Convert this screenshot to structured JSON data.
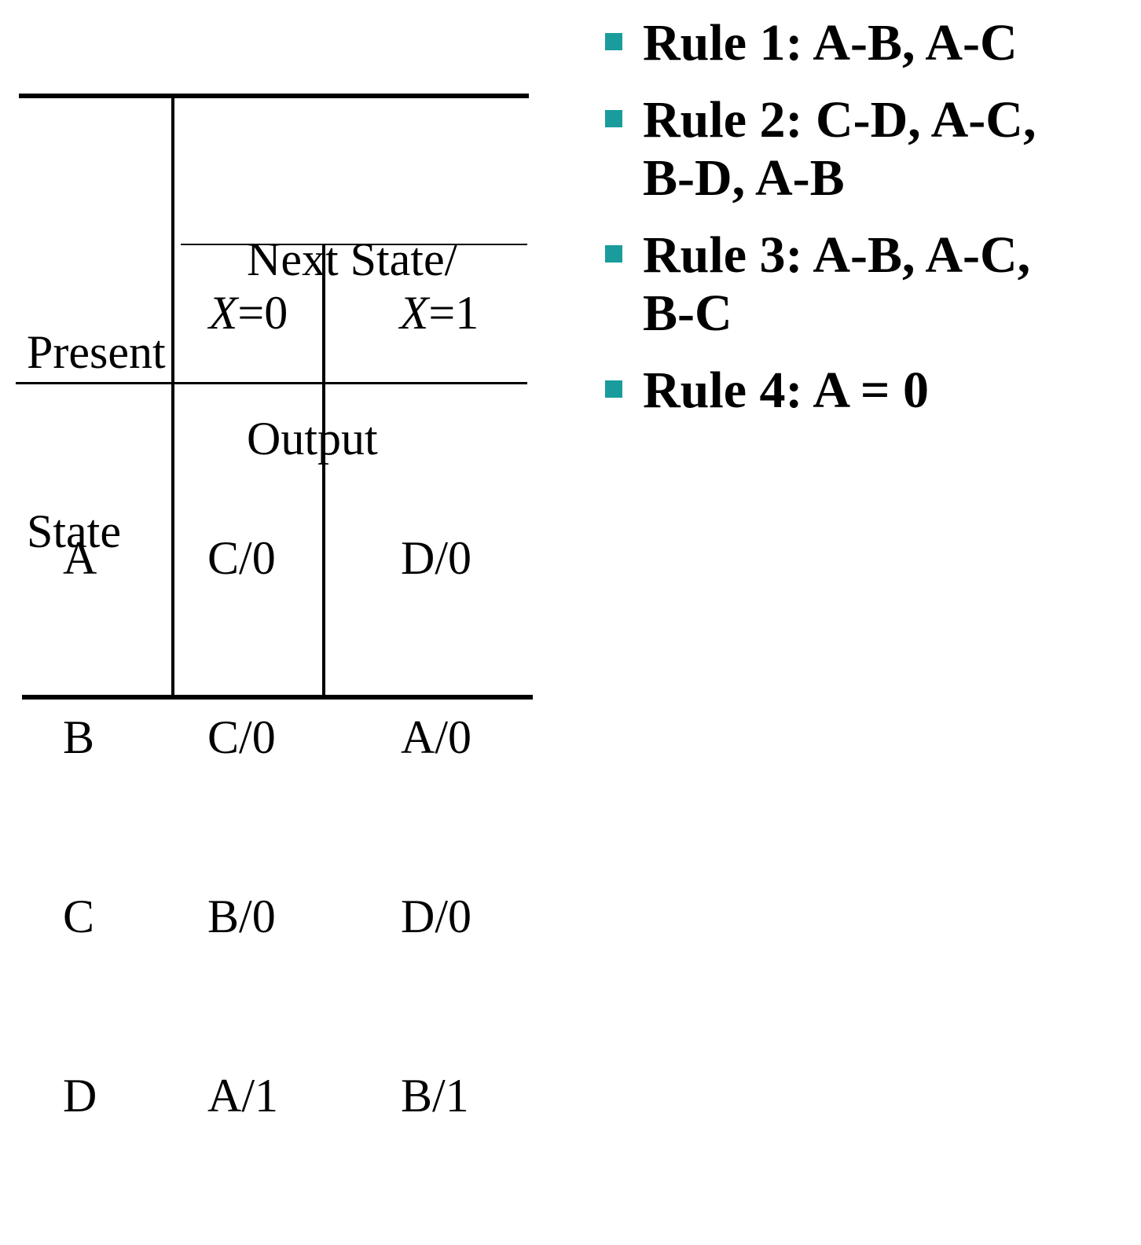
{
  "table": {
    "header_present_line1": "Present",
    "header_present_line2": "State",
    "header_next_line1": "Next State/",
    "header_next_line2": "Output",
    "col_x0_var": "X",
    "col_x0_rest": "=0",
    "col_x1_var": "X",
    "col_x1_rest": "=1",
    "rows": [
      {
        "state": "A",
        "x0": "C/0",
        "x1": "D/0"
      },
      {
        "state": "B",
        "x0": "C/0",
        "x1": "A/0"
      },
      {
        "state": "C",
        "x0": "B/0",
        "x1": "D/0"
      },
      {
        "state": "D",
        "x0": "A/1",
        "x1": "B/1"
      }
    ]
  },
  "rules": [
    {
      "line1": "Rule 1: A-B, A-C",
      "line2": ""
    },
    {
      "line1": "Rule 2: C-D, A-C,",
      "line2": "B-D, A-B"
    },
    {
      "line1": "Rule 3: A-B, A-C,",
      "line2": "B-C"
    },
    {
      "line1": "Rule 4: A = 0",
      "line2": ""
    }
  ],
  "colors": {
    "bullet": "#1a9c9c",
    "text": "#000000"
  }
}
